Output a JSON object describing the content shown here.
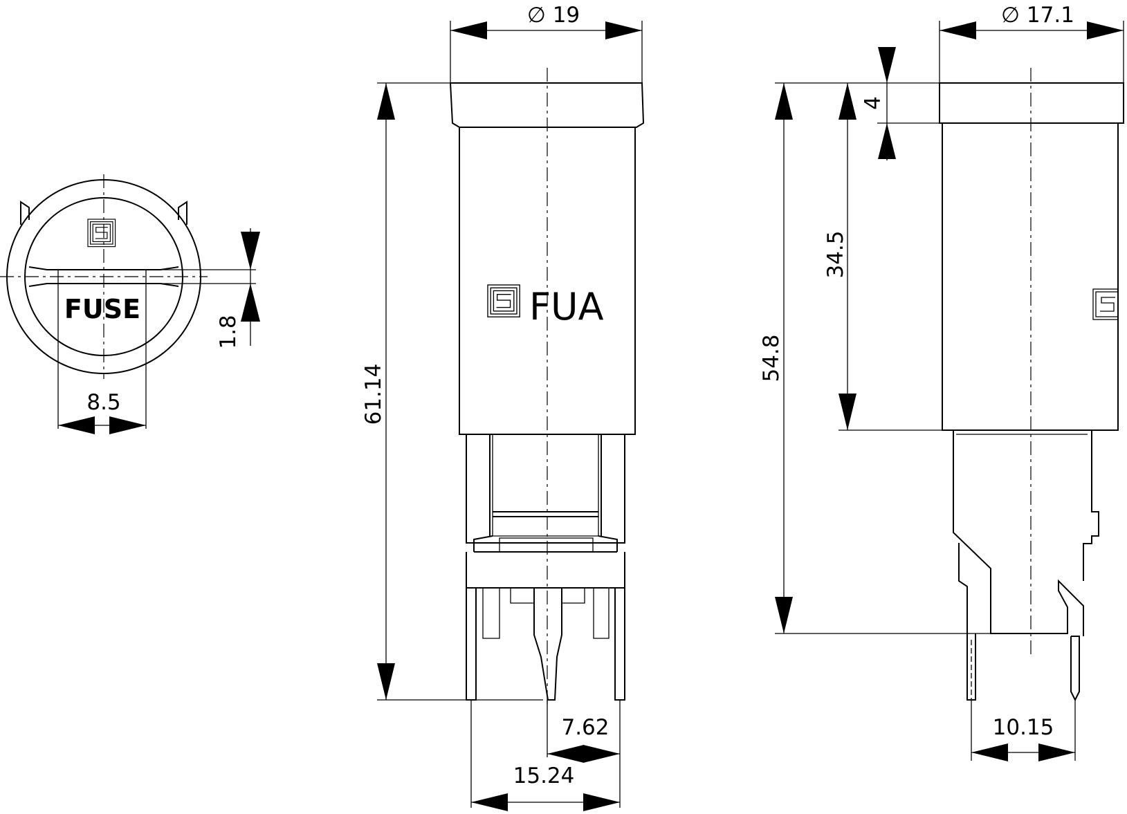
{
  "views": {
    "end": {
      "label": "FUSE",
      "dim_slot_width": "8.5",
      "dim_slot_height": "1.8"
    },
    "front": {
      "brand": "FUA",
      "dim_diameter": "∅ 19",
      "dim_height": "61.14",
      "dim_pin_half": "7.62",
      "dim_pin_span": "15.24"
    },
    "side": {
      "dim_diameter": "∅ 17.1",
      "dim_cap": "4",
      "dim_body": "34.5",
      "dim_total": "54.8",
      "dim_pin_span": "10.15"
    }
  }
}
